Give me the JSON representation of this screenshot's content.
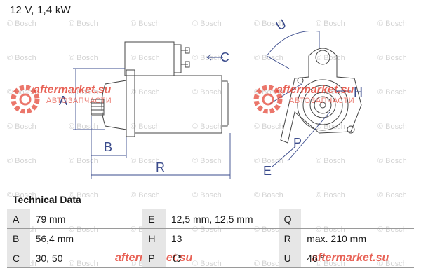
{
  "header": {
    "title": "12 V, 1,4 kW"
  },
  "watermark": {
    "text": "© Bosch",
    "brand": "aftermarket.su",
    "brand_sub": "АВТОЗАПЧАСТИ"
  },
  "drawing_labels": {
    "A": "A",
    "B": "B",
    "C": "C",
    "E": "E",
    "H": "H",
    "P": "P",
    "R": "R",
    "U": "U"
  },
  "tech": {
    "title": "Technical Data",
    "rows": [
      [
        {
          "k": "A",
          "v": "79 mm"
        },
        {
          "k": "E",
          "v": "12,5 mm, 12,5 mm"
        },
        {
          "k": "Q",
          "v": ""
        }
      ],
      [
        {
          "k": "B",
          "v": "56,4 mm"
        },
        {
          "k": "H",
          "v": "13"
        },
        {
          "k": "R",
          "v": "max. 210 mm"
        }
      ],
      [
        {
          "k": "C",
          "v": "30, 50"
        },
        {
          "k": "P",
          "v": "",
          "icon": "rotation-icon"
        },
        {
          "k": "U",
          "v": "46 °"
        }
      ]
    ]
  },
  "colors": {
    "line": "#444444",
    "dim": "#3a4b8c",
    "brand": "#e4483a"
  }
}
